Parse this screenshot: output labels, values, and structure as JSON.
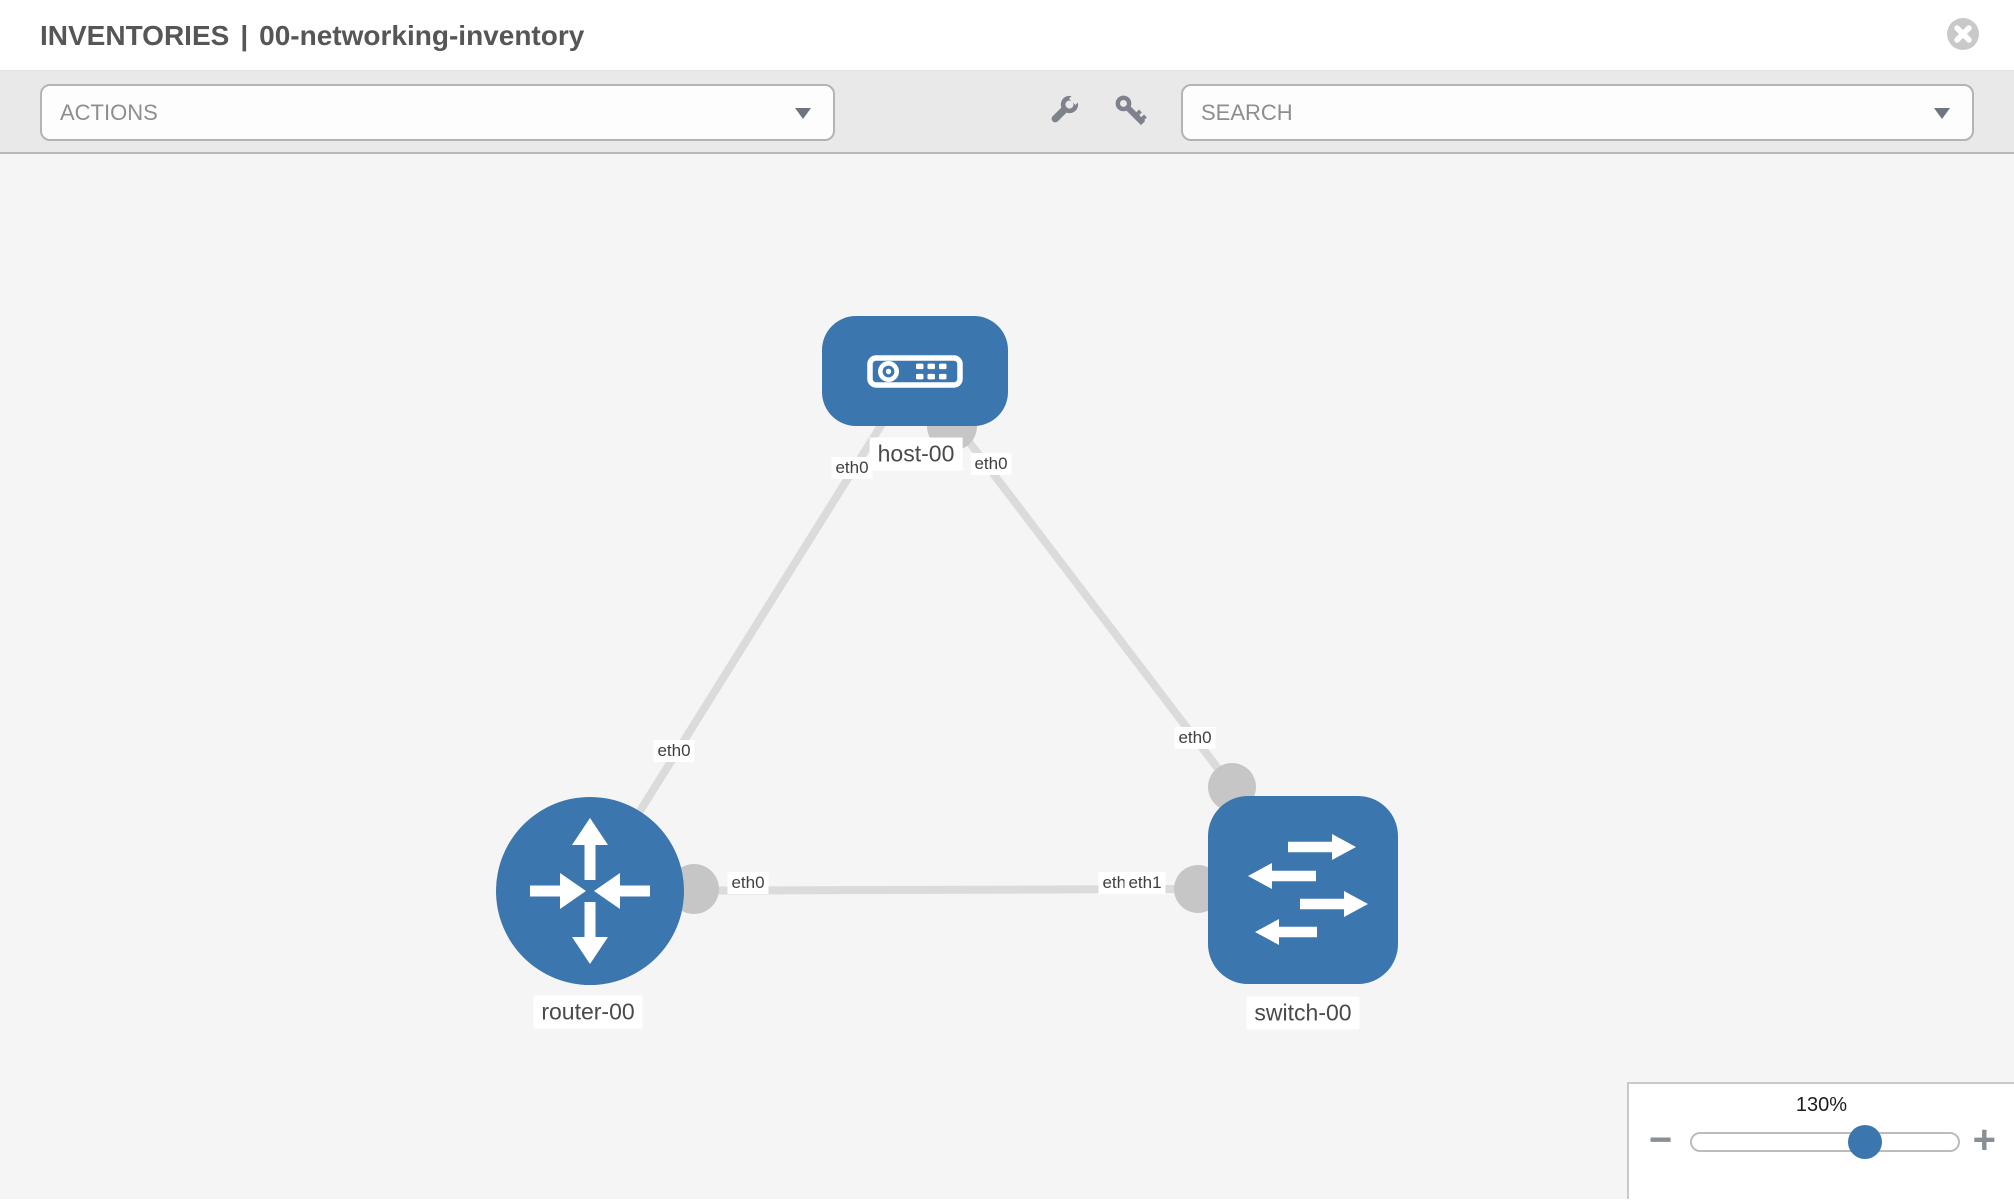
{
  "header": {
    "section": "INVENTORIES",
    "separator": "|",
    "inventory_name": "00-networking-inventory"
  },
  "toolbar": {
    "actions_label": "ACTIONS",
    "search_label": "SEARCH",
    "icons": [
      "wrench-icon",
      "key-icon"
    ]
  },
  "diagram": {
    "nodes": [
      {
        "id": "host-00",
        "label": "host-00",
        "type": "host"
      },
      {
        "id": "router-00",
        "label": "router-00",
        "type": "router"
      },
      {
        "id": "switch-00",
        "label": "switch-00",
        "type": "switch"
      }
    ],
    "links": [
      {
        "from": "host-00",
        "to": "router-00",
        "from_iface": "eth0",
        "to_iface": "eth0"
      },
      {
        "from": "host-00",
        "to": "switch-00",
        "from_iface": "eth0",
        "to_iface": "eth0"
      },
      {
        "from": "router-00",
        "to": "switch-00",
        "from_iface": "eth0",
        "to_iface": "eth1",
        "to_iface_behind": "eth0"
      }
    ]
  },
  "zoom_control": {
    "level": "130%",
    "zoom_out": "−",
    "zoom_in": "+"
  },
  "colors": {
    "node_blue": "#3c76ae",
    "link_gray": "#dbdbdb",
    "connector_gray": "#c6c6c6",
    "toolbar_gray": "#e9e9e9"
  }
}
